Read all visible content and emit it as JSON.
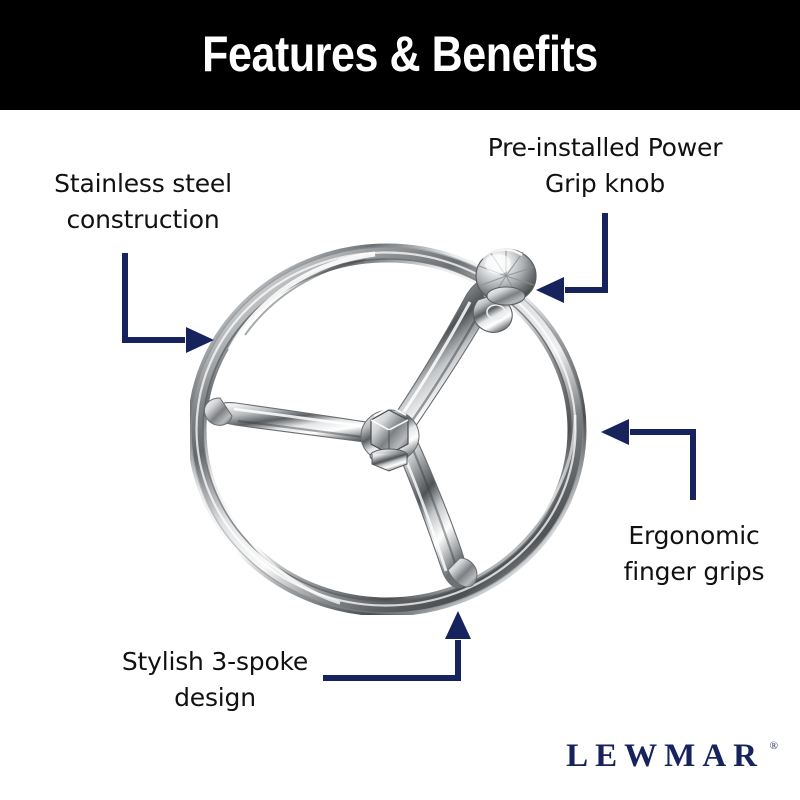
{
  "header": {
    "title": "Features & Benefits",
    "background_color": "#000000",
    "text_color": "#ffffff"
  },
  "theme": {
    "accent_navy": "#16235c",
    "arrow_color": "#16235c",
    "page_background": "#ffffff",
    "label_color": "#111111"
  },
  "callouts": [
    {
      "id": "stainless-steel-construction",
      "text": "Stainless steel\nconstruction",
      "arrow": "elbow-down-right",
      "points_to": "wheel rim, upper left"
    },
    {
      "id": "pre-installed-power-grip-knob",
      "text": "Pre-installed Power\nGrip knob",
      "arrow": "elbow-down-left",
      "points_to": "power grip knob, upper right"
    },
    {
      "id": "ergonomic-finger-grips",
      "text": "Ergonomic\nfinger grips",
      "arrow": "elbow-up-left",
      "points_to": "wheel rim, right"
    },
    {
      "id": "stylish-3-spoke-design",
      "text": "Stylish 3-spoke\ndesign",
      "arrow": "elbow-right-up",
      "points_to": "wheel rim, bottom"
    }
  ],
  "product": {
    "name": "stainless-steel-3-spoke-boat-steering-wheel",
    "finish": "polished stainless steel / chrome",
    "spokes": 3,
    "has_power_grip_knob": true,
    "has_center_hex_nut": true
  },
  "logo": {
    "brand": "LEWMAR",
    "trademark": "®",
    "color": "#16235c"
  }
}
